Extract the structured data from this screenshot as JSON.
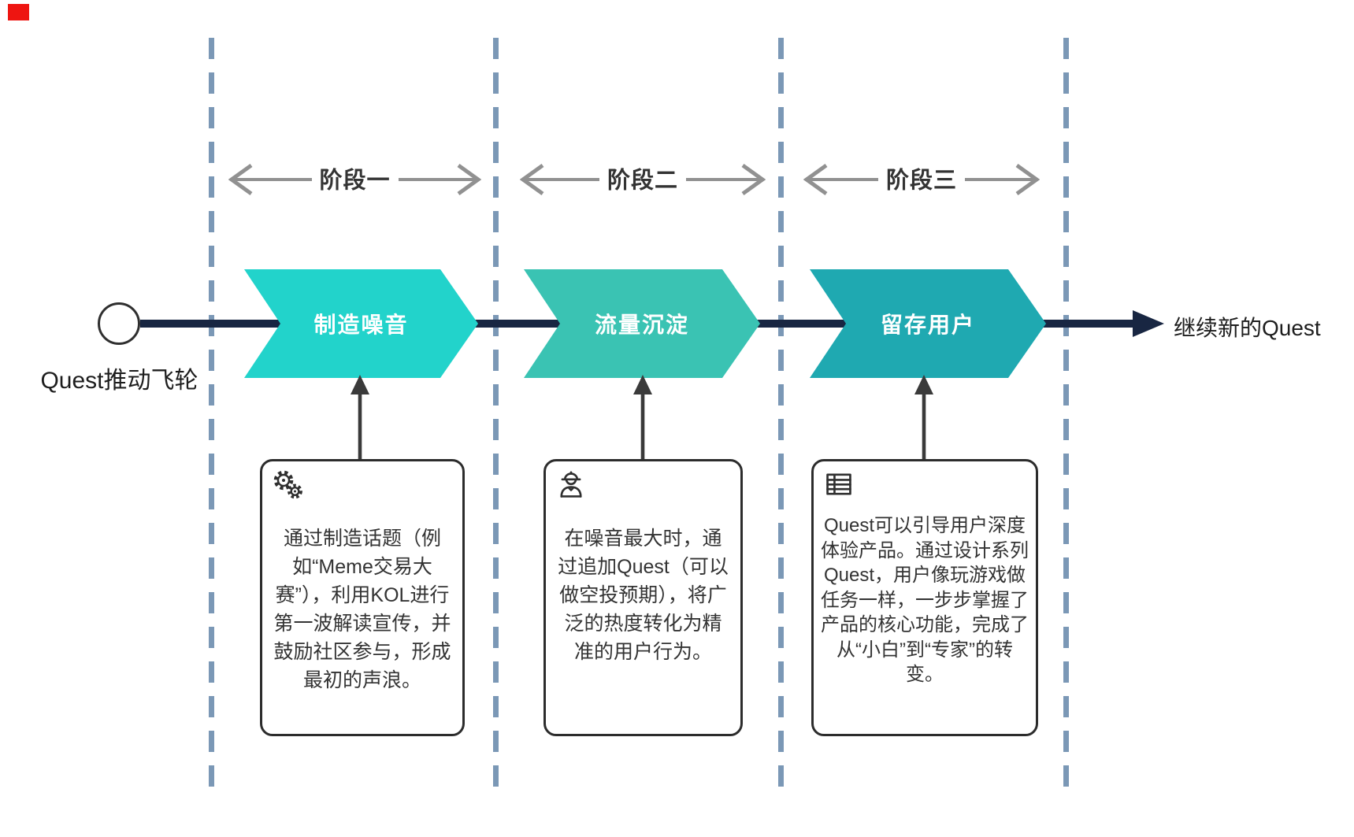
{
  "diagram": {
    "start": {
      "label": "Quest推动飞轮"
    },
    "end": {
      "label": "继续新的Quest"
    },
    "phases": [
      {
        "label": "阶段一",
        "stage": {
          "title": "制造噪音",
          "color": "#22d3cb",
          "icon": "gears-icon",
          "description": "通过制造话题（例如“Meme交易大赛”），利用KOL进行第一波解读宣传，并鼓励社区参与，形成最初的声浪。"
        }
      },
      {
        "label": "阶段二",
        "stage": {
          "title": "流量沉淀",
          "color": "#3ac3b3",
          "icon": "worker-icon",
          "description": "在噪音最大时，通过追加Quest（可以做空投预期），将广泛的热度转化为精准的用户行为。"
        }
      },
      {
        "label": "阶段三",
        "stage": {
          "title": "留存用户",
          "color": "#1fa9b1",
          "icon": "table-icon",
          "description": "Quest可以引导用户深度体验产品。通过设计系列Quest，用户像玩游戏做任务一样，一步步掌握了产品的核心功能，完成了从“小白”到“专家”的转变。"
        }
      }
    ],
    "colors": {
      "timeline": "#182642",
      "dashed_line": "#7b98b6",
      "phase_arrow": "#919191",
      "marker_red": "#ee1511"
    }
  }
}
